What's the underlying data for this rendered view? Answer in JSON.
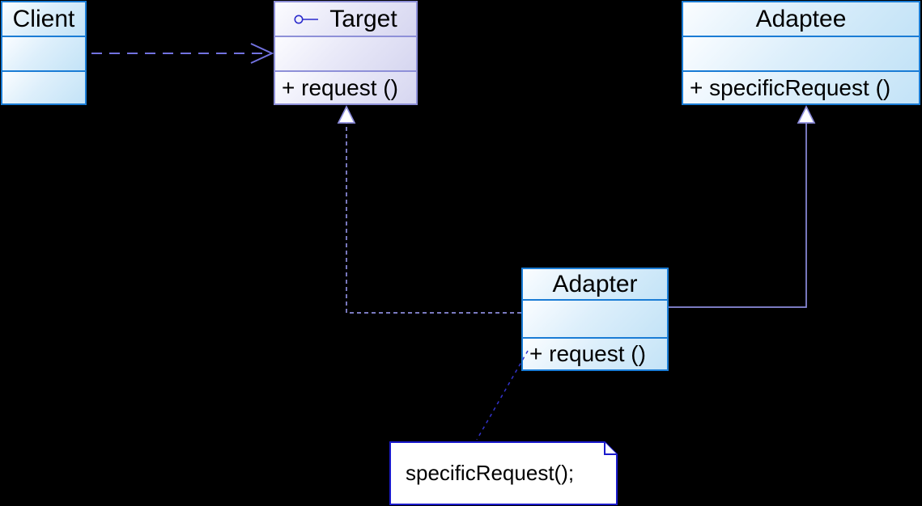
{
  "diagram_type": "uml-class-diagram (Adapter pattern)",
  "colors": {
    "background": "#000000",
    "blue_class_border": "#1a7cd5",
    "blue_class_fill_start": "#fbfdff",
    "blue_class_fill_end": "#c3e3f7",
    "purple_class_border": "#8e90d8",
    "purple_class_fill_start": "#fcfcff",
    "purple_class_fill_end": "#d6d6f0",
    "dependency_arrow": "#7272e0",
    "inheritance_lines": "#8c8cdc",
    "note_border": "#1a1acc",
    "note_fill": "#ffffff",
    "note_anchor_line": "#3333cc",
    "text": "#000000"
  },
  "classes": {
    "client": {
      "name": "Client",
      "attributes_text": "",
      "methods_text": ""
    },
    "target": {
      "name": "Target",
      "attributes_text": "",
      "methods_text": "+ request ()",
      "stereotype_icon": "interface-lollipop-icon"
    },
    "adaptee": {
      "name": "Adaptee",
      "attributes_text": "",
      "methods_text": "+ specificRequest ()"
    },
    "adapter": {
      "name": "Adapter",
      "attributes_text": "",
      "methods_text": "+ request ()"
    }
  },
  "note": {
    "text": "specificRequest();"
  },
  "relationships": [
    {
      "from": "Client",
      "to": "Target",
      "type": "dependency",
      "line": "dashed",
      "arrowhead": "open-v"
    },
    {
      "from": "Adapter",
      "to": "Target",
      "type": "realization",
      "line": "dashed",
      "arrowhead": "hollow-triangle"
    },
    {
      "from": "Adapter",
      "to": "Adaptee",
      "type": "generalization",
      "line": "solid",
      "arrowhead": "hollow-triangle"
    },
    {
      "from": "Adapter.request()",
      "to": "note",
      "type": "note-anchor",
      "line": "dashed",
      "arrowhead": "none"
    }
  ]
}
